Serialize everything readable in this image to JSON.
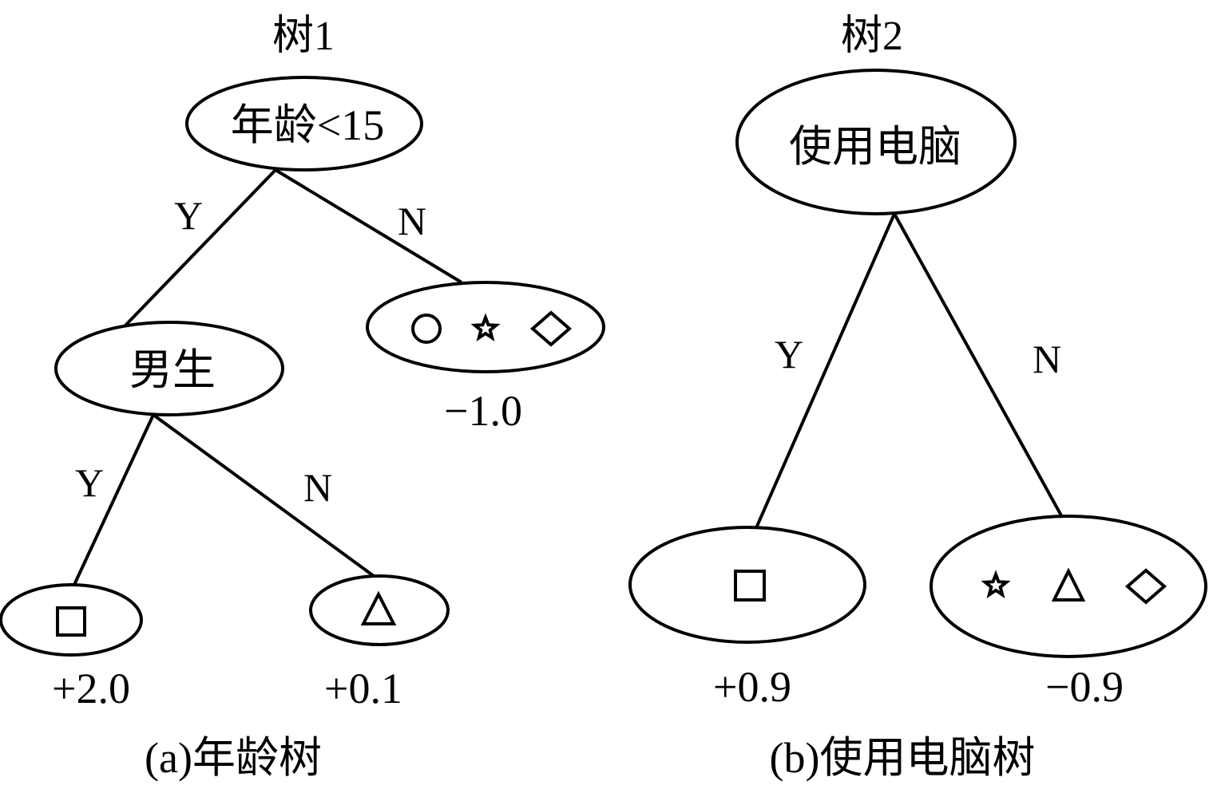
{
  "trees": [
    {
      "title": "树1",
      "caption": "(a)年龄树",
      "root": {
        "label": "年龄<15"
      },
      "edges": {
        "root_yes": "Y",
        "root_no": "N",
        "gender_yes": "Y",
        "gender_no": "N"
      },
      "gender_node": {
        "label": "男生"
      },
      "leaf_no": {
        "symbols": [
          "circle-icon",
          "star-icon",
          "diamond-icon"
        ],
        "score": "−1.0"
      },
      "leaf_boy": {
        "symbols": [
          "square-icon"
        ],
        "score": "+2.0"
      },
      "leaf_girl": {
        "symbols": [
          "triangle-icon"
        ],
        "score": "+0.1"
      }
    },
    {
      "title": "树2",
      "caption": "(b)使用电脑树",
      "root": {
        "label": "使用电脑"
      },
      "edges": {
        "root_yes": "Y",
        "root_no": "N"
      },
      "leaf_yes": {
        "symbols": [
          "square-icon"
        ],
        "score": "+0.9"
      },
      "leaf_no": {
        "symbols": [
          "star-icon",
          "triangle-icon",
          "diamond-icon"
        ],
        "score": "−0.9"
      }
    }
  ]
}
